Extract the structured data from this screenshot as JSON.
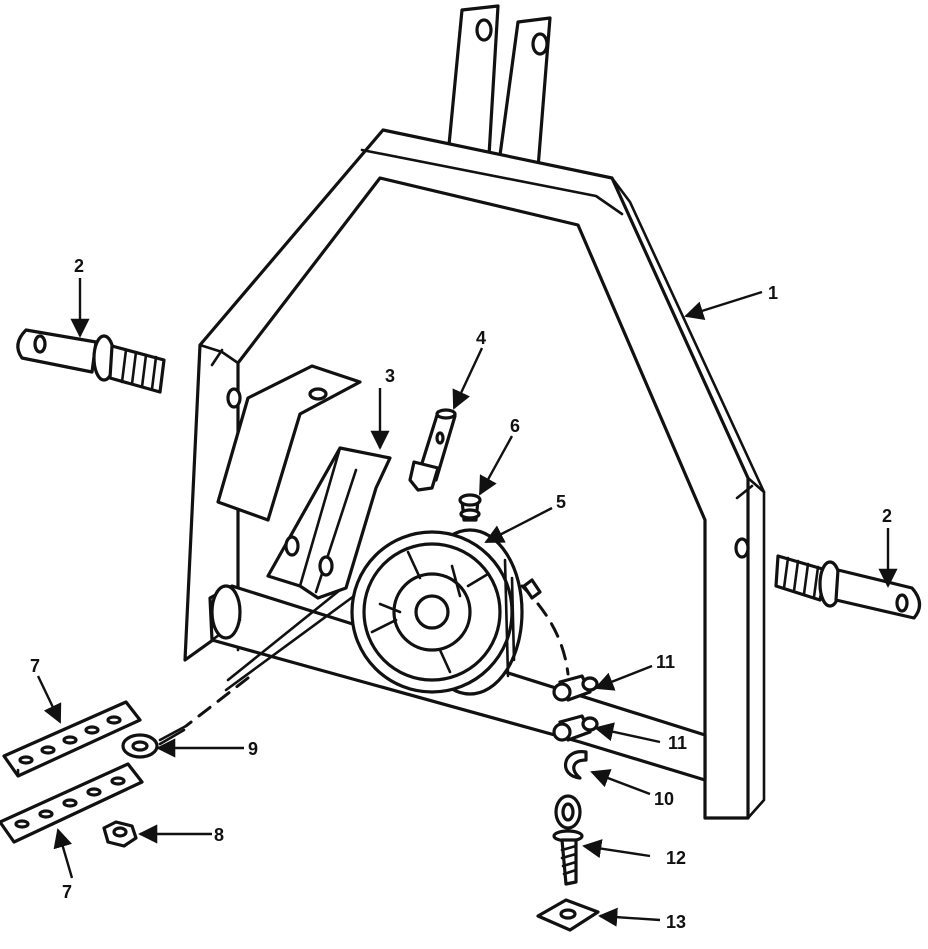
{
  "callouts": [
    {
      "id": "c1",
      "label": "1"
    },
    {
      "id": "c2a",
      "label": "2"
    },
    {
      "id": "c2b",
      "label": "2"
    },
    {
      "id": "c3",
      "label": "3"
    },
    {
      "id": "c4",
      "label": "4"
    },
    {
      "id": "c5",
      "label": "5"
    },
    {
      "id": "c6",
      "label": "6"
    },
    {
      "id": "c7a",
      "label": "7"
    },
    {
      "id": "c7b",
      "label": "7"
    },
    {
      "id": "c8",
      "label": "8"
    },
    {
      "id": "c9",
      "label": "9"
    },
    {
      "id": "c10",
      "label": "10"
    },
    {
      "id": "c11a",
      "label": "11"
    },
    {
      "id": "c11b",
      "label": "11"
    },
    {
      "id": "c12",
      "label": "12"
    },
    {
      "id": "c13",
      "label": "13"
    }
  ],
  "colors": {
    "ink": "#111111",
    "paper": "#ffffff"
  }
}
